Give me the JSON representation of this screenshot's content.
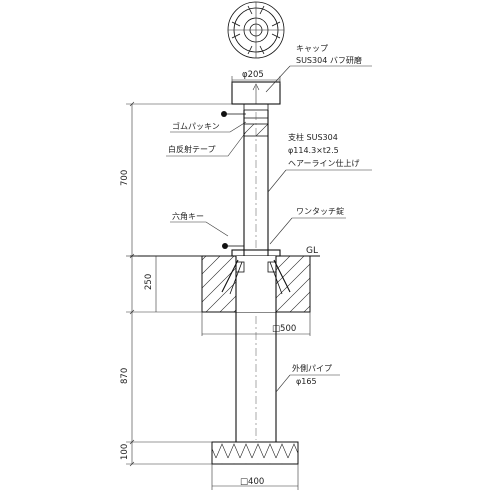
{
  "labels": {
    "cap": "キャップ",
    "cap_material": "SUS304 バフ研磨",
    "cap_diameter": "φ205",
    "rubber_packing": "ゴムパッキン",
    "reflective_tape": "白反射テープ",
    "post_title": "支柱 SUS304",
    "post_spec": "φ114.3×t2.5",
    "post_finish": "ヘアーライン仕上げ",
    "hex_key": "六角キー",
    "one_touch_lock": "ワンタッチ錠",
    "ground_level": "GL",
    "outer_pipe": "外側パイプ",
    "outer_pipe_diameter": "φ165"
  },
  "dimensions": {
    "above_ground": "700",
    "foundation_depth": "250",
    "pipe_depth": "870",
    "base_thickness": "100",
    "foundation_width": "□500",
    "base_width": "□400"
  }
}
